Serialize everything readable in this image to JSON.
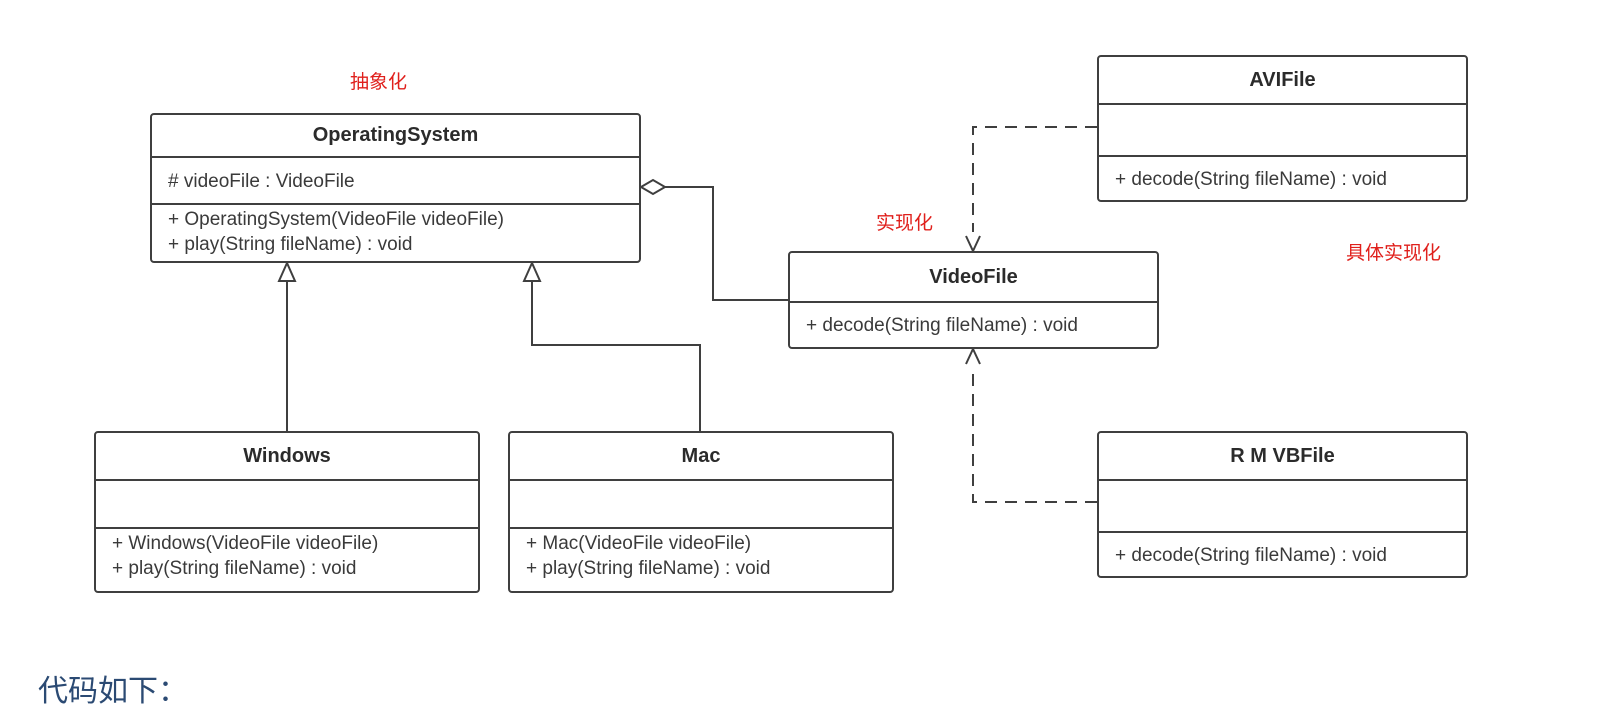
{
  "diagram": {
    "classes": {
      "operating_system": {
        "name": "OperatingSystem",
        "attributes": [
          "# videoFile : VideoFile"
        ],
        "methods": [
          "+ OperatingSystem(VideoFile videoFile)",
          "+ play(String fileName) : void"
        ]
      },
      "windows": {
        "name": "Windows",
        "attributes": [],
        "methods": [
          "+ Windows(VideoFile videoFile)",
          "+ play(String fileName) : void"
        ]
      },
      "mac": {
        "name": "Mac",
        "attributes": [],
        "methods": [
          "+ Mac(VideoFile videoFile)",
          "+ play(String fileName) : void"
        ]
      },
      "video_file": {
        "name": "VideoFile",
        "methods": [
          "+ decode(String fileName) : void"
        ]
      },
      "avi_file": {
        "name": "AVIFile",
        "attributes": [],
        "methods": [
          "+ decode(String fileName) : void"
        ]
      },
      "rmvb_file": {
        "name": "R M VBFile",
        "attributes": [],
        "methods": [
          "+ decode(String fileName) : void"
        ]
      }
    },
    "annotations": {
      "abstraction": "抽象化",
      "implementor": "实现化",
      "concrete_implementor": "具体实现化"
    },
    "relationships": [
      {
        "from": "Windows",
        "to": "OperatingSystem",
        "type": "generalization"
      },
      {
        "from": "Mac",
        "to": "OperatingSystem",
        "type": "generalization"
      },
      {
        "from": "VideoFile",
        "to": "OperatingSystem",
        "type": "aggregation"
      },
      {
        "from": "AVIFile",
        "to": "VideoFile",
        "type": "realization"
      },
      {
        "from": "R M VBFile",
        "to": "VideoFile",
        "type": "realization"
      }
    ],
    "colors": {
      "stroke": "#3f3f3f",
      "annotation": "#e0201c",
      "heading": "#2b4a73"
    }
  },
  "page": {
    "heading": "代码如下："
  }
}
